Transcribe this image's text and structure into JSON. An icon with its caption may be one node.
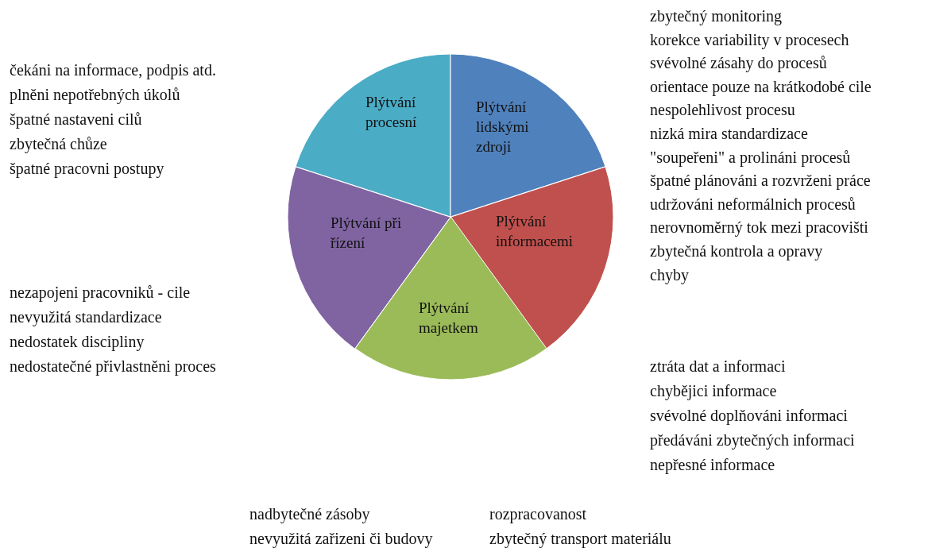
{
  "diagram": {
    "nodes": [
      {
        "text": [
          "Plýtvání procesní"
        ]
      },
      {
        "text": [
          "Plýtvání lidskými zdroji"
        ]
      },
      {
        "text": [
          "Plýtvání při řízení"
        ]
      },
      {
        "text": [
          "Plýtvání informacemi"
        ]
      },
      {
        "text": [
          "Plýtvání majetkem"
        ]
      }
    ],
    "labels": [
      "čekáni na informace, podpis atd.",
      "plněni nepotřebných úkolů",
      "špatné nastaveni cilů",
      "zbytečná chůze",
      "špatné pracovni postupy",
      "zbytečný monitoring",
      "korekce variability v procesech",
      "svévolné zásahy do procesů",
      "orientace pouze na krátkodobé cile",
      "nespolehlivost procesu",
      "nizká mira standardizace",
      "\"soupeřeni\" a prolináni procesů",
      "špatné plánováni a rozvrženi práce",
      "udržováni neformálnich procesů",
      "nerovnoměrný tok mezi pracovišti",
      "zbytečná kontrola a opravy",
      "chyby",
      "nezapojeni pracovniků - cile",
      "nevyužitá standardizace",
      "nedostatek discipliny",
      "nedostatečné přivlastněni proces",
      "ztráta dat a informaci",
      "chybějici informace",
      "svévolné doplňováni informaci",
      "předáváni zbytečných informaci",
      "nepřesné informace",
      "nadbytečné zásoby",
      "rozpracovanost",
      "nevyužitá zařizeni či budovy",
      "zbytečný transport materiálu"
    ]
  }
}
